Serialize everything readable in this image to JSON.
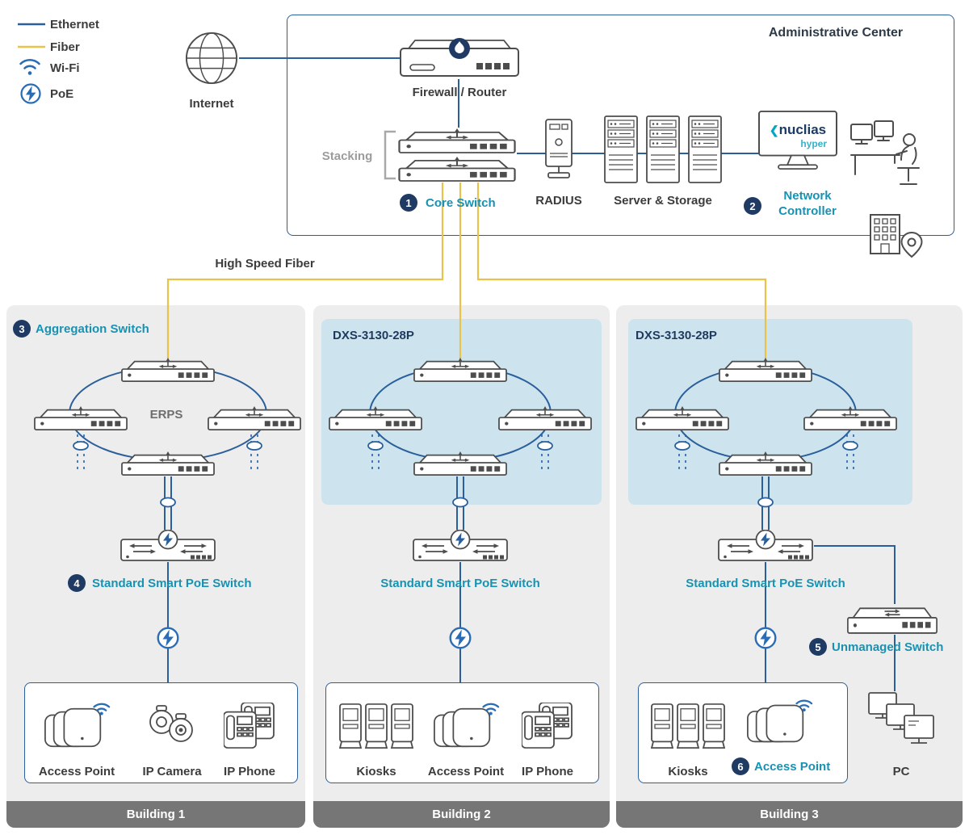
{
  "legend": {
    "ethernet": "Ethernet",
    "fiber": "Fiber",
    "wifi": "Wi-Fi",
    "poe": "PoE"
  },
  "internet": {
    "label": "Internet"
  },
  "admin": {
    "title": "Administrative Center",
    "firewall": "Firewall / Router",
    "stacking": "Stacking",
    "core_badge": "1",
    "core": "Core Switch",
    "radius": "RADIUS",
    "storage": "Server & Storage",
    "controller_badge": "2",
    "controller_line1": "Network",
    "controller_line2": "Controller",
    "logo_chevron": "❮",
    "logo_brand": "nuclias",
    "logo_sub": "hyper"
  },
  "backbone": {
    "fiber_label": "High Speed Fiber"
  },
  "building1": {
    "agg_badge": "3",
    "agg": "Aggregation Switch",
    "ring": "ERPS",
    "poe_badge": "4",
    "poe": "Standard Smart PoE Switch",
    "dev1": "Access Point",
    "dev2": "IP Camera",
    "dev3": "IP Phone",
    "footer": "Building 1"
  },
  "building2": {
    "model": "DXS-3130-28P",
    "poe": "Standard Smart PoE Switch",
    "dev1": "Kiosks",
    "dev2": "Access Point",
    "dev3": "IP Phone",
    "footer": "Building 2"
  },
  "building3": {
    "model": "DXS-3130-28P",
    "poe": "Standard Smart PoE Switch",
    "unmanaged_badge": "5",
    "unmanaged": "Unmanaged Switch",
    "dev1": "Kiosks",
    "ap_badge": "6",
    "ap": "Access Point",
    "dev3": "PC",
    "footer": "Building 3"
  },
  "colors": {
    "ethernet": "#2a5f9b",
    "fiber": "#e8c24a",
    "accent_teal": "#1792b2",
    "badge_navy": "#1f3a63",
    "panel_gray": "#ededed",
    "inner_blue": "#cde4ee",
    "footer_gray": "#767676"
  }
}
